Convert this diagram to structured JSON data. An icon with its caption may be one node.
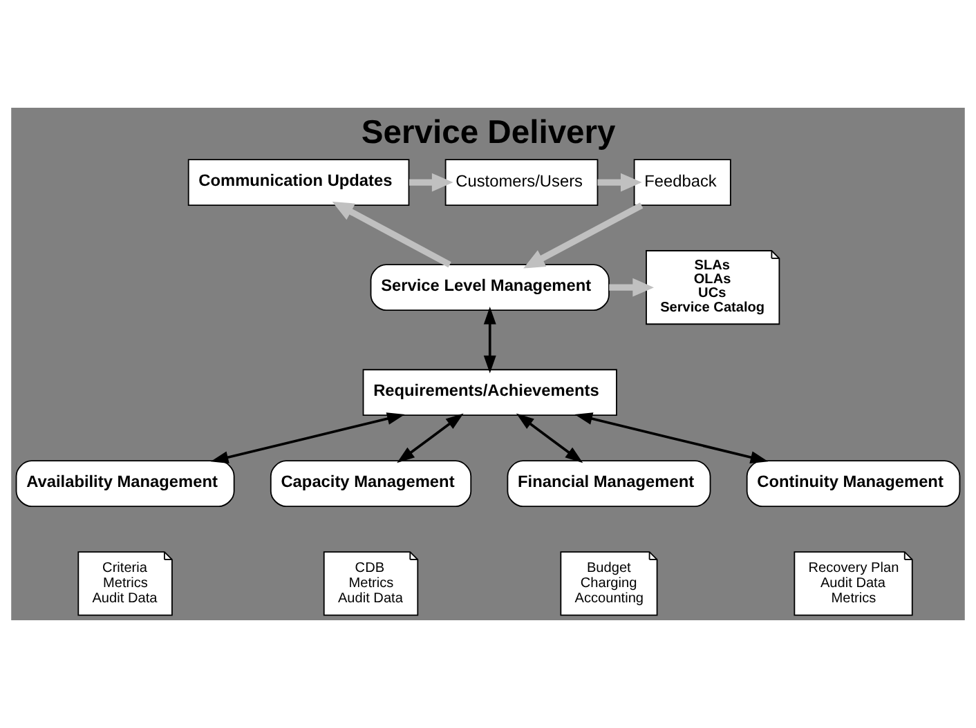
{
  "diagram": {
    "title": "Service Delivery",
    "nodes": [
      {
        "text": [
          "Customers/Users"
        ]
      },
      {
        "text": [
          "Communication Updates"
        ]
      },
      {
        "text": [
          "Feedback"
        ]
      },
      {
        "text": [
          "Service Level Management"
        ]
      },
      {
        "text": [
          "SLAs",
          "OLAs",
          "UCs",
          "Service Catalog"
        ]
      },
      {
        "text": [
          "Requirements/Achievements"
        ]
      },
      {
        "text": [
          "Availability Management"
        ]
      },
      {
        "text": [
          "Capacity Management"
        ]
      },
      {
        "text": [
          "Financial Management"
        ]
      },
      {
        "text": [
          "Continuity Management"
        ]
      },
      {
        "text": [
          "Criteria",
          "Metrics",
          "Audit Data"
        ]
      },
      {
        "text": [
          "CDB",
          "Metrics",
          "Audit Data"
        ]
      },
      {
        "text": [
          "Budget",
          "Charging",
          "Accounting"
        ]
      },
      {
        "text": [
          "Recovery Plan",
          "Audit Data",
          "Metrics"
        ]
      }
    ],
    "edges": [
      {
        "from": 1,
        "to": 0,
        "arrow": "to",
        "style": "thick",
        "color": "#c0c0c0"
      },
      {
        "from": 0,
        "to": 2,
        "arrow": "to",
        "style": "thick",
        "color": "#c0c0c0"
      },
      {
        "from": 2,
        "to": 3,
        "arrow": "to",
        "style": "thick",
        "color": "#c0c0c0"
      },
      {
        "from": 3,
        "to": 1,
        "arrow": "to",
        "style": "thick",
        "color": "#c0c0c0"
      },
      {
        "from": 3,
        "to": 4,
        "arrow": "to",
        "style": "thick",
        "color": "#c0c0c0"
      },
      {
        "from": 3,
        "to": 5,
        "arrow": "both",
        "color": "#000000"
      },
      {
        "from": 5,
        "to": 6,
        "arrow": "both",
        "color": "#000000"
      },
      {
        "from": 5,
        "to": 7,
        "arrow": "both",
        "color": "#000000"
      },
      {
        "from": 5,
        "to": 8,
        "arrow": "both",
        "color": "#000000"
      },
      {
        "from": 5,
        "to": 9,
        "arrow": "both",
        "color": "#000000"
      }
    ]
  }
}
